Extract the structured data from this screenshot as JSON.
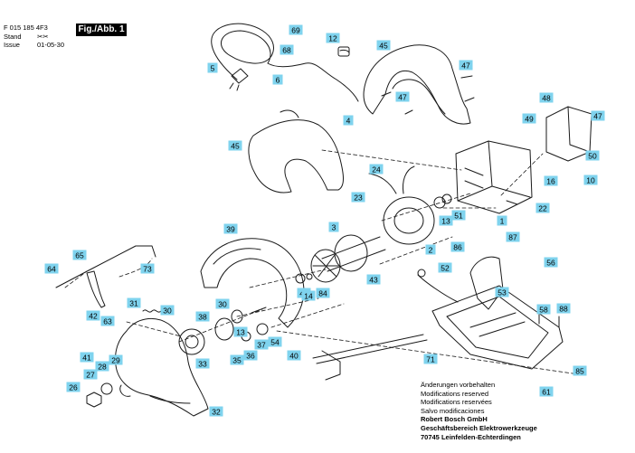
{
  "header": {
    "doc_number": "F 015 185 4F3",
    "stand_label": "Stand",
    "issue_label": "Issue",
    "stand_symbol": "✂✂",
    "date": "01-05-30",
    "figure_label": "Fig./Abb. 1"
  },
  "colors": {
    "label_fill": "#7fd3ee",
    "line": "#1a1a1a"
  },
  "part_labels": [
    "69",
    "12",
    "68",
    "5",
    "6",
    "45",
    "47",
    "47",
    "4",
    "48",
    "49",
    "47",
    "45",
    "50",
    "24",
    "23",
    "13",
    "51",
    "16",
    "10",
    "22",
    "1",
    "39",
    "3",
    "2",
    "65",
    "86",
    "87",
    "64",
    "73",
    "52",
    "44",
    "56",
    "14",
    "84",
    "43",
    "31",
    "30",
    "30",
    "53",
    "42",
    "63",
    "38",
    "58",
    "88",
    "13",
    "37",
    "54",
    "41",
    "28",
    "29",
    "33",
    "35",
    "36",
    "40",
    "27",
    "85",
    "71",
    "26",
    "61",
    "32"
  ],
  "notes": {
    "lines": [
      "Änderungen vorbehalten",
      "Modifications reserved",
      "Modifications reservées",
      "Salvo modificaciones"
    ],
    "company": "Robert Bosch GmbH",
    "division": "Geschäftsbereich Elektrowerkzeuge",
    "address": "70745 Leinfelden-Echterdingen"
  }
}
